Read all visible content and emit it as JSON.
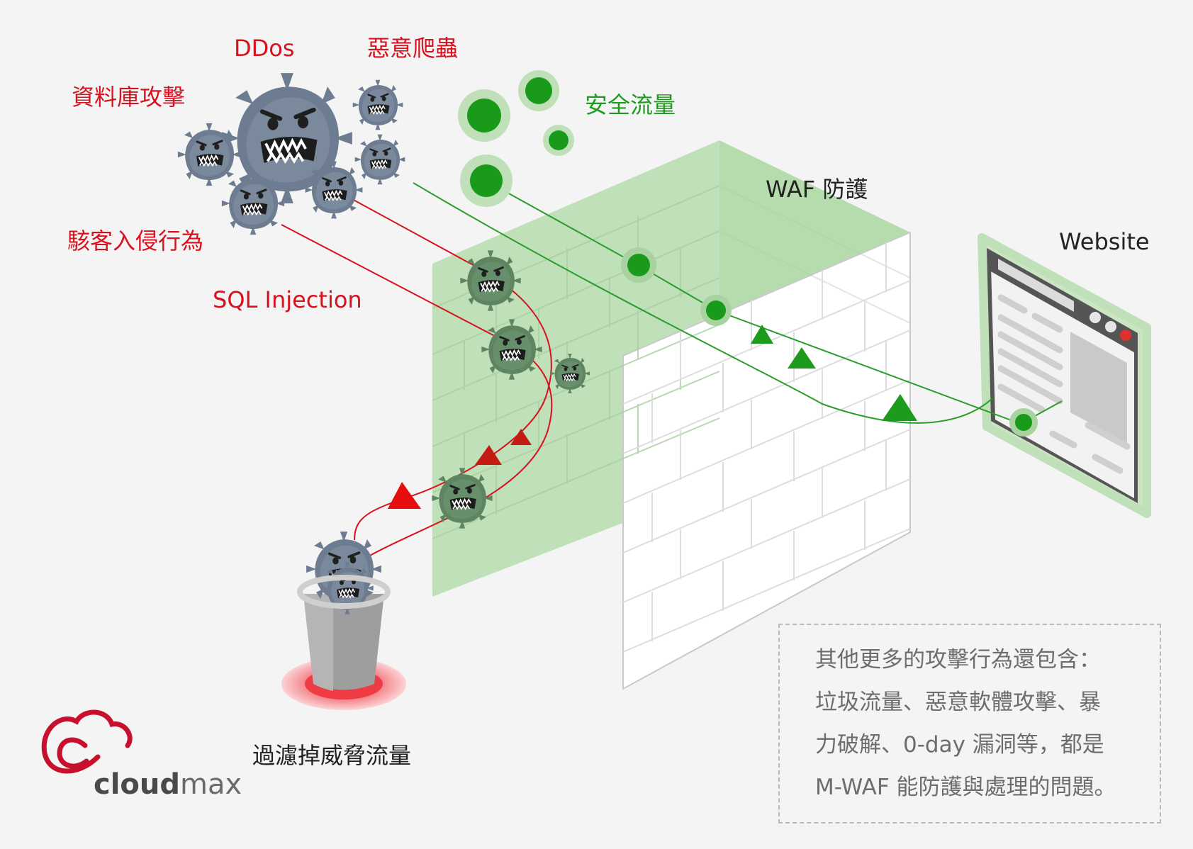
{
  "labels": {
    "ddos": "DDos",
    "malicious_crawler": "惡意爬蟲",
    "database_attack": "資料庫攻擊",
    "hacker_intrusion": "駭客入侵行為",
    "sql_injection": "SQL Injection",
    "safe_traffic": "安全流量",
    "waf_protection": "WAF 防護",
    "website": "Website",
    "filter_threat_traffic": "過濾掉威脅流量"
  },
  "note": {
    "lines": [
      "其他更多的攻擊行為還包含：",
      "垃圾流量、惡意軟體攻擊、暴",
      "力破解、0-day 漏洞等，都是",
      " M-WAF 能防護與處理的問題。"
    ]
  },
  "logo": {
    "part1": "cloud",
    "part2": "max"
  },
  "colors": {
    "threat_red": "#d8111e",
    "safe_green": "#1f9a1f",
    "wall_green": "#bfe0b8",
    "virus_blue": "#6d7c90",
    "virus_green": "#5e8462",
    "logo_red": "#c8102e"
  },
  "icons": [
    "virus-icon",
    "safe-packet-icon",
    "trash-bin-icon",
    "browser-window-icon",
    "cloudmax-logo-icon"
  ]
}
